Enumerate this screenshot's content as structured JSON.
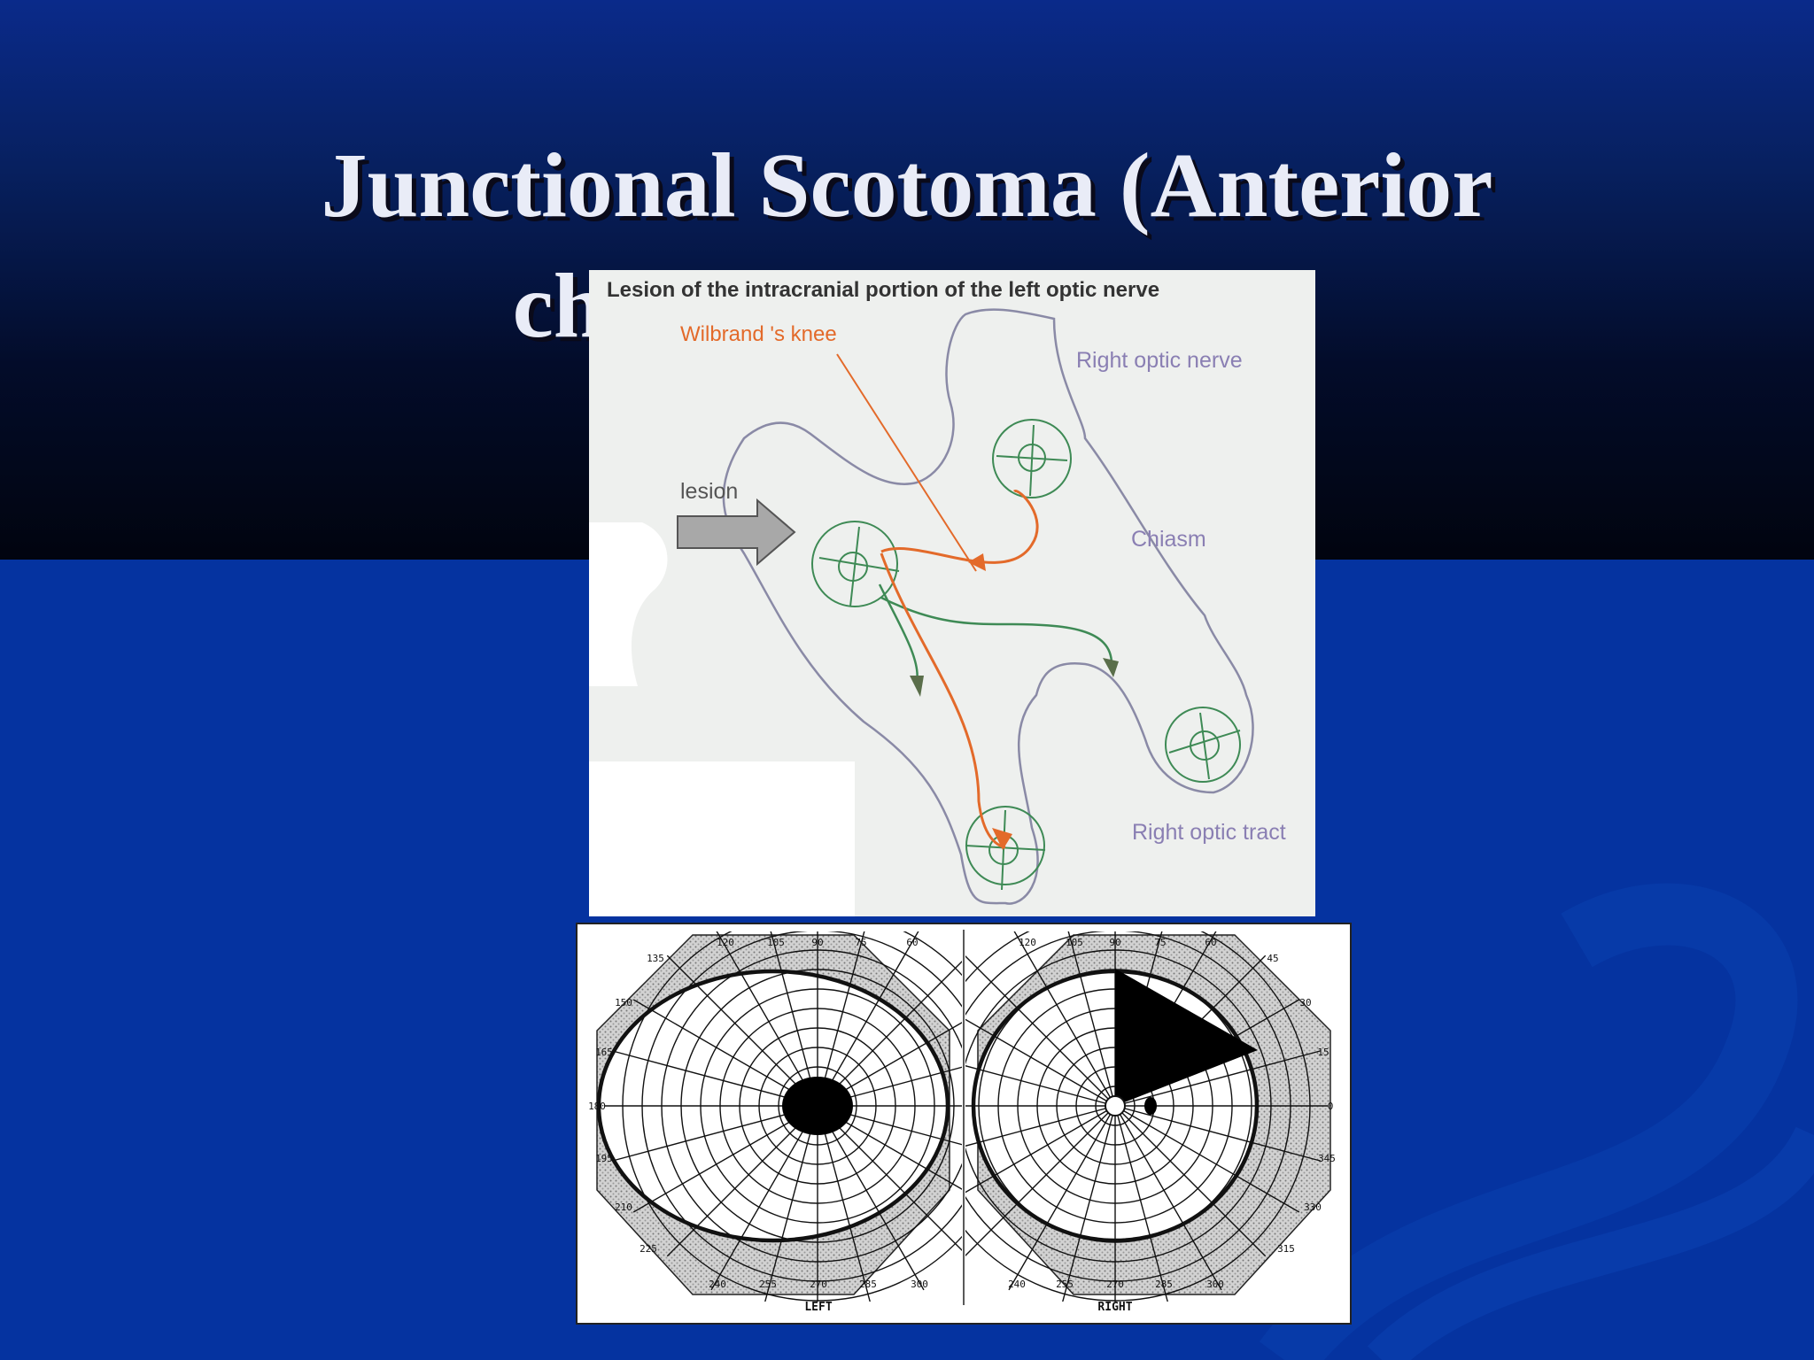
{
  "slide": {
    "title_line1": "Junctional Scotoma (Anterior",
    "title_line2": "chiasmal syndrome)"
  },
  "diagram": {
    "heading": "Lesion of the intracranial portion of the left optic nerve",
    "wilbrand_label": "Wilbrand 's knee",
    "right_optic_nerve_label": "Right optic nerve",
    "lesion_label": "lesion",
    "chiasm_label": "Chiasm",
    "right_optic_tract_label": "Right optic tract",
    "colors": {
      "orange": "#e36a2a",
      "purple": "#8a7fb3",
      "green": "#3e8a55",
      "outline": "#8a8aa6"
    }
  },
  "visual_fields": {
    "left_label": "LEFT",
    "right_label": "RIGHT",
    "left_top_ticks": [
      "120",
      "105",
      "90",
      "75",
      "60"
    ],
    "left_side_ticks": [
      "135",
      "150",
      "165",
      "180",
      "195",
      "210",
      "225"
    ],
    "left_bottom_ticks": [
      "240",
      "255",
      "270",
      "285",
      "300"
    ],
    "right_top_ticks": [
      "120",
      "105",
      "90",
      "75",
      "60"
    ],
    "right_side_ticks": [
      "45",
      "30",
      "15",
      "0",
      "345",
      "330",
      "315"
    ],
    "right_bottom_ticks": [
      "240",
      "255",
      "270",
      "285",
      "300"
    ]
  }
}
